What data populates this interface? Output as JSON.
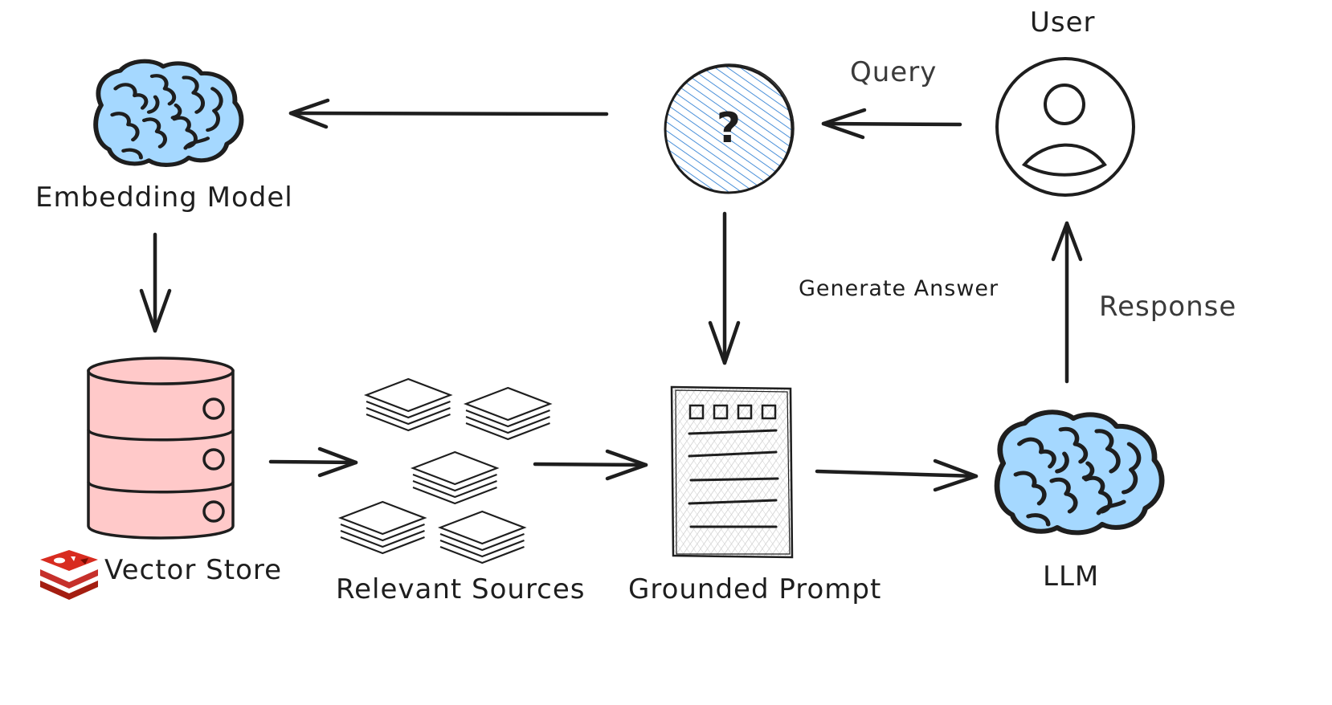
{
  "nodes": {
    "embedding_model": "Embedding Model",
    "vector_store": "Vector Store",
    "relevant_sources": "Relevant Sources",
    "grounded_prompt": "Grounded Prompt",
    "llm": "LLM",
    "user": "User",
    "question_mark": "?"
  },
  "edges": {
    "query": "Query",
    "generate_answer": "Generate Answer",
    "response": "Response"
  },
  "colors": {
    "stroke": "#1e1e1e",
    "brain_fill": "#a5d8ff",
    "query_hatch": "#4a90d9",
    "db_fill": "#ffc9c9",
    "redis_red": "#c6302b",
    "page_hatch": "#b0b0b0"
  },
  "icons": [
    "brain-icon",
    "database-icon",
    "redis-logo-icon",
    "document-stack-icon",
    "question-icon",
    "user-icon",
    "prompt-document-icon"
  ]
}
